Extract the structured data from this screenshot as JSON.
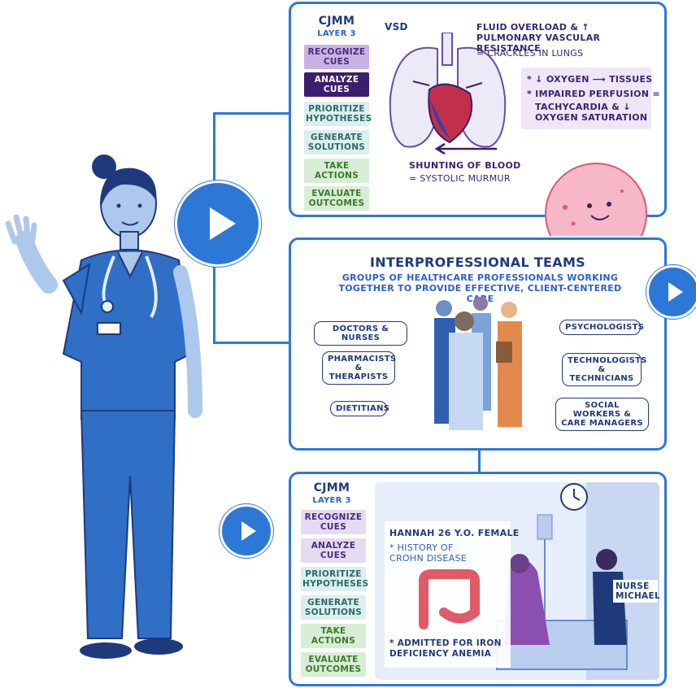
{
  "panel1": {
    "cjmm_title": "CJMM",
    "cjmm_layer": "LAYER 3",
    "steps": [
      "RECOGNIZE CUES",
      "ANALYZE CUES",
      "PRIORITIZE HYPOTHESES",
      "GENERATE SOLUTIONS",
      "TAKE ACTIONS",
      "EVALUATE OUTCOMES"
    ],
    "vsd": "VSD",
    "fluid_overload": "FLUID OVERLOAD & ↑ PULMONARY VASCULAR RESISTANCE",
    "crackles": "= CRACKLES in LUNGS",
    "oxygen": "* ↓ OXYGEN ⟶ TISSUES",
    "perfusion": "* IMPAIRED PERFUSION =",
    "tachy": "TACHYCARDIA & ↓ OXYGEN SATURATION",
    "shunting": "SHUNTING of BLOOD",
    "murmur": "= SYSTOLIC MURMUR"
  },
  "panel2": {
    "title": "INTERPROFESSIONAL TEAMS",
    "subtitle": "GROUPS of HEALTHCARE PROFESSIONALS WORKING TOGETHER to PROVIDE EFFECTIVE, CLIENT-CENTERED CARE",
    "roles": {
      "doctors": "DOCTORS & NURSES",
      "pharmacists": "PHARMACISTS & THERAPISTS",
      "dietitians": "DIETITIANS",
      "psychologists": "PSYCHOLOGISTS",
      "technologists": "TECHNOLOGISTS & TECHNICIANS",
      "social": "SOCIAL WORKERS & CARE MANAGERS"
    }
  },
  "panel3": {
    "cjmm_title": "CJMM",
    "cjmm_layer": "LAYER 3",
    "steps": [
      "RECOGNIZE CUES",
      "ANALYZE CUES",
      "PRIORITIZE HYPOTHESES",
      "GENERATE SOLUTIONS",
      "TAKE ACTIONS",
      "EVALUATE OUTCOMES"
    ],
    "patient": "HANNAH 26 y.o. FEMALE",
    "history": "* HISTORY of CROHN DISEASE",
    "admitted": "* ADMITTED for IRON DEFICIENCY ANEMIA",
    "nurse": "NURSE MICHAEL"
  },
  "colors": {
    "accent": "#2d78d6",
    "navy": "#1f3a7a",
    "purple": "#3d1e6e"
  }
}
